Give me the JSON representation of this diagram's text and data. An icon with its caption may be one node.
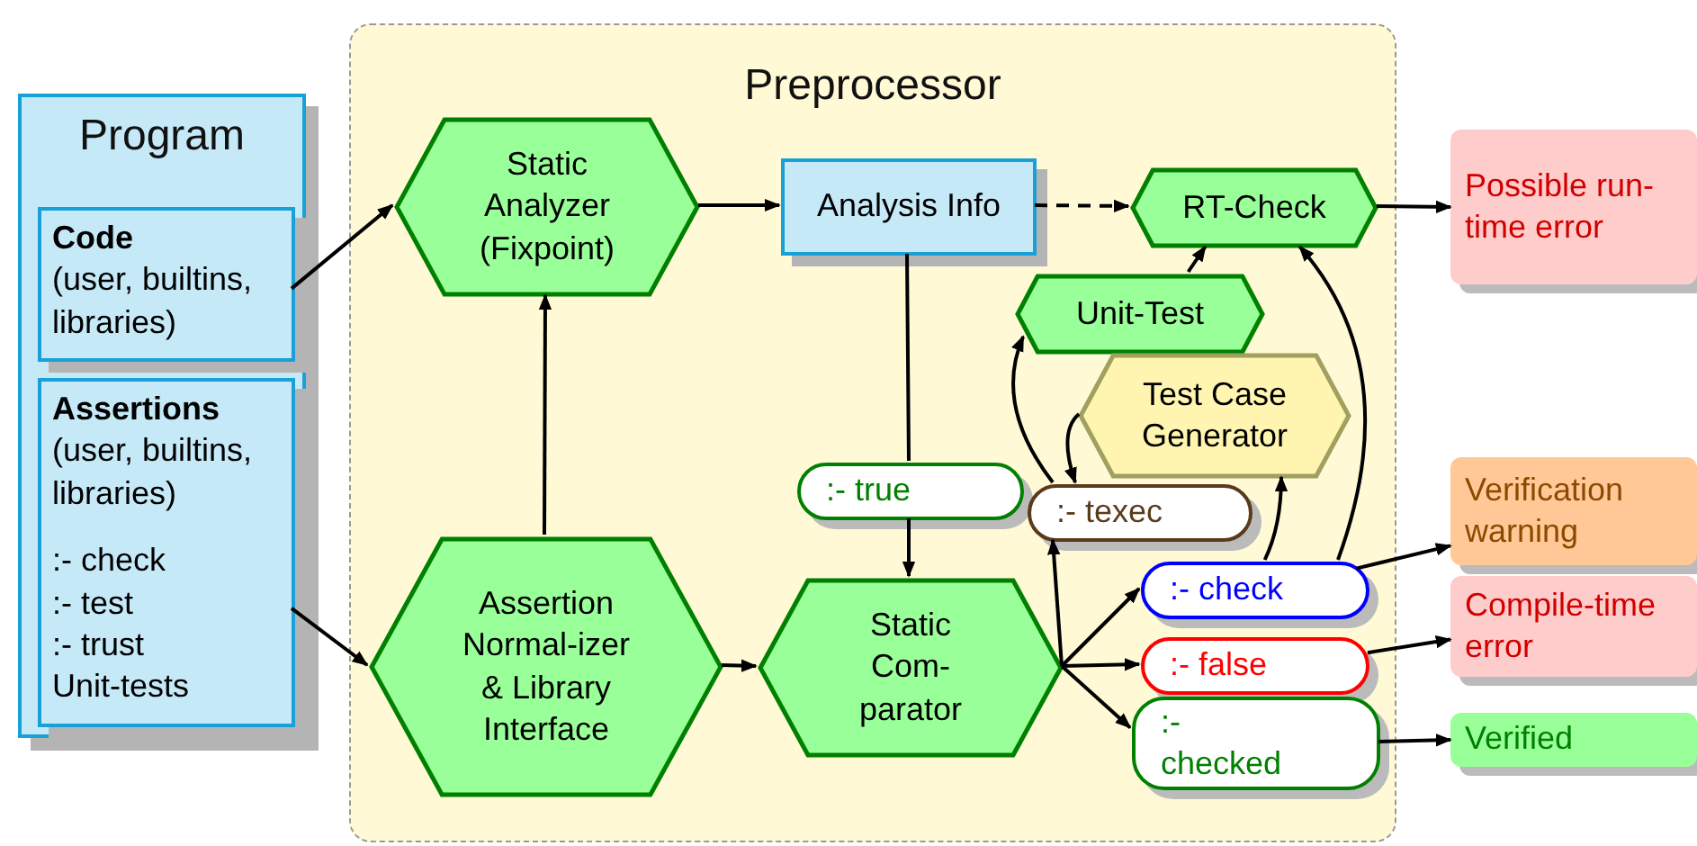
{
  "diagram": {
    "nodes": [
      {
        "text": [
          "Preprocessor"
        ]
      },
      {
        "text": [
          "Program"
        ]
      },
      {
        "text": [
          "Code",
          "(user, builtins, libraries)"
        ],
        "in": 1
      },
      {
        "text": [
          "Assertions",
          "(user, builtins, libraries)",
          ":- check",
          ":- test",
          ":- trust",
          "Unit-tests"
        ],
        "in": 1
      },
      {
        "text": [
          "Static Analyzer (Fixpoint)"
        ],
        "in": 0
      },
      {
        "text": [
          "Analysis Info"
        ],
        "in": 0
      },
      {
        "text": [
          "RT-Check"
        ],
        "in": 0
      },
      {
        "text": [
          "Unit-Test"
        ],
        "in": 0
      },
      {
        "text": [
          "Test Case Generator"
        ],
        "in": 0
      },
      {
        "text": [
          ":- true"
        ],
        "in": 0
      },
      {
        "text": [
          ":- texec"
        ],
        "in": 0
      },
      {
        "text": [
          "Assertion Normal-izer & Library Interface"
        ],
        "in": 0
      },
      {
        "text": [
          "Static Com-parator"
        ],
        "in": 0
      },
      {
        "text": [
          ":- check"
        ],
        "in": 0
      },
      {
        "text": [
          ":- false"
        ],
        "in": 0
      },
      {
        "text": [
          ":- checked"
        ],
        "in": 0
      },
      {
        "text": [
          "Possible run-time error"
        ]
      },
      {
        "text": [
          "Verification warning"
        ]
      },
      {
        "text": [
          "Compile-time error"
        ]
      },
      {
        "text": [
          "Verified"
        ]
      }
    ],
    "edges": [
      {
        "from": 2,
        "to": 4,
        "arrow": "to"
      },
      {
        "from": 3,
        "to": 11,
        "arrow": "to"
      },
      {
        "from": 11,
        "to": 4,
        "arrow": "to"
      },
      {
        "from": 4,
        "to": 5,
        "arrow": "to"
      },
      {
        "from": 5,
        "to": 6,
        "arrow": "to",
        "style": "dashed"
      },
      {
        "from": 5,
        "to": 9,
        "arrow": "none"
      },
      {
        "from": 9,
        "to": 12,
        "arrow": "to"
      },
      {
        "from": 11,
        "to": 12,
        "arrow": "to"
      },
      {
        "from": 12,
        "to": 10,
        "arrow": "to"
      },
      {
        "from": 12,
        "to": 13,
        "arrow": "to"
      },
      {
        "from": 12,
        "to": 14,
        "arrow": "to"
      },
      {
        "from": 12,
        "to": 15,
        "arrow": "to"
      },
      {
        "from": 10,
        "to": 7,
        "arrow": "to"
      },
      {
        "from": 8,
        "to": 10,
        "arrow": "to"
      },
      {
        "from": 13,
        "to": 8,
        "arrow": "to"
      },
      {
        "from": 13,
        "to": 6,
        "arrow": "to"
      },
      {
        "from": 7,
        "to": 6,
        "arrow": "to"
      },
      {
        "from": 6,
        "to": 16,
        "arrow": "to"
      },
      {
        "from": 13,
        "to": 17,
        "arrow": "to"
      },
      {
        "from": 14,
        "to": 18,
        "arrow": "to"
      },
      {
        "from": 15,
        "to": 19,
        "arrow": "to"
      }
    ]
  }
}
